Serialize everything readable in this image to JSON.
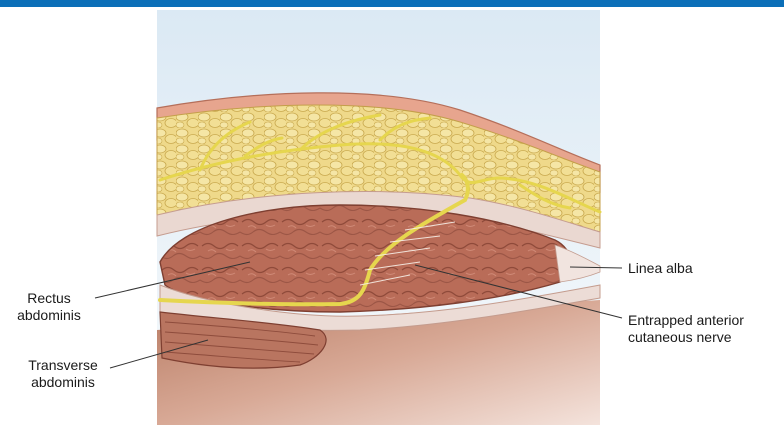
{
  "colors": {
    "top_bar": "#0b6fb8",
    "sky_top": "#dbe9f4",
    "sky_bottom": "#f7fafc",
    "skin": "#e7a58e",
    "fat": "#efd98a",
    "muscle": "#b86a55",
    "nerve": "#e9dc55",
    "fascia": "#e9d6d0",
    "shadow": "#8a4c3a"
  },
  "labels": {
    "rectus": [
      "Rectus",
      "abdominis"
    ],
    "transverse": [
      "Transverse",
      "abdominis"
    ],
    "linea_alba": "Linea alba",
    "entrapped": [
      "Entrapped anterior",
      "cutaneous nerve"
    ]
  }
}
